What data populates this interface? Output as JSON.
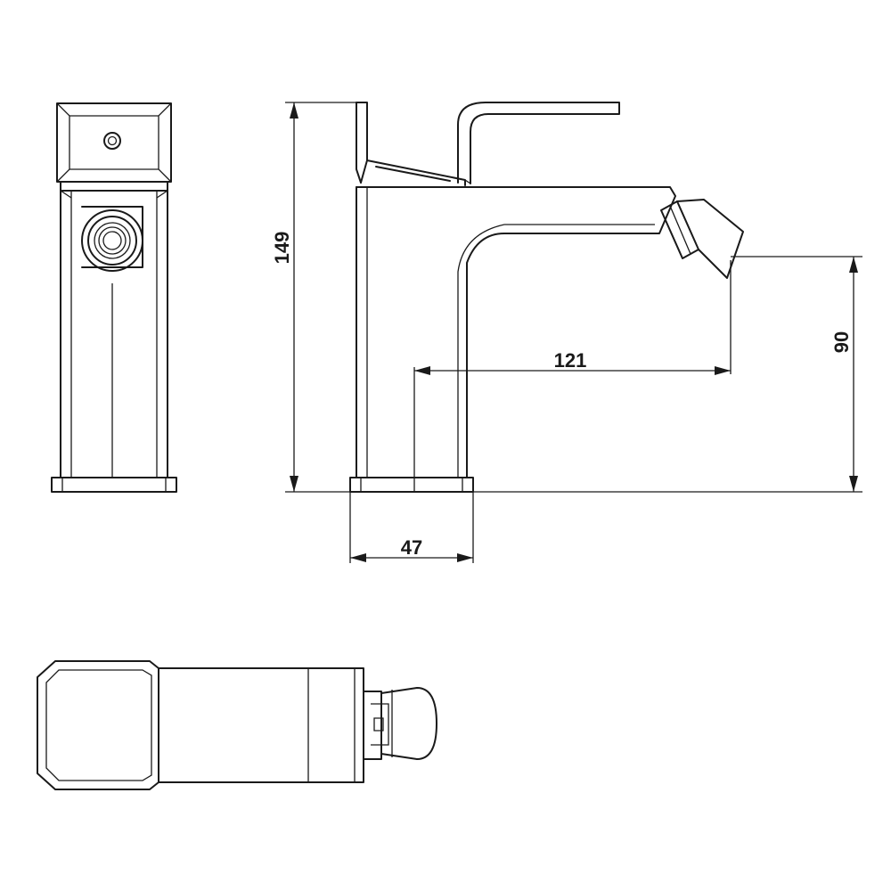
{
  "dimensions": {
    "height_total": "149",
    "spout_height": "90",
    "spout_reach": "121",
    "base_width": "47"
  },
  "colors": {
    "line": "#1a1a1a",
    "background": "#ffffff"
  }
}
